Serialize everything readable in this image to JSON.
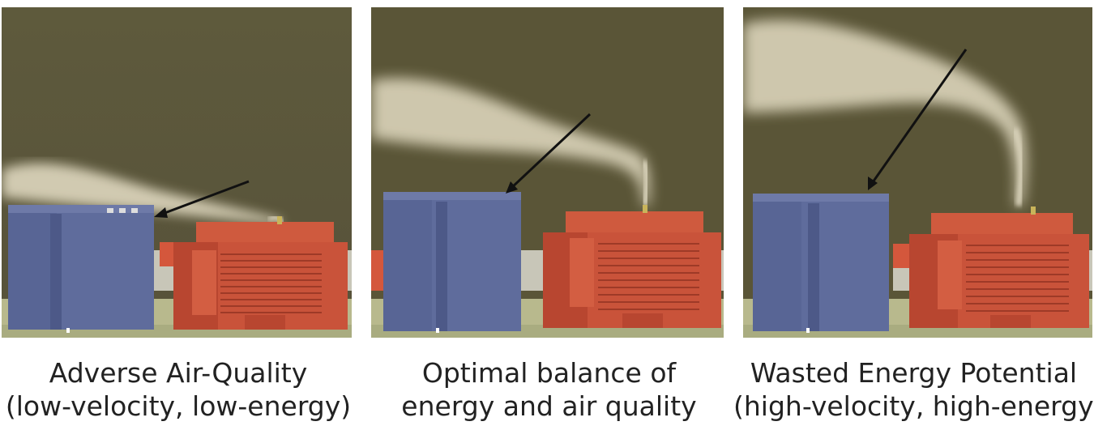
{
  "panels": [
    {
      "caption_line1": "Adverse Air-Quality",
      "caption_line2": "(low-velocity, low-energy)"
    },
    {
      "caption_line1": "Optimal balance of",
      "caption_line2": "energy and air quality"
    },
    {
      "caption_line1": "Wasted Energy Potential",
      "caption_line2": "(high-velocity, high-energy)"
    }
  ],
  "colors": {
    "sky": "#5a5537",
    "plume": "#e8e2cc",
    "blue_building": "#5f6c9c",
    "red_building": "#c9533a",
    "ground": "#b9ba8e",
    "arrow": "#111111"
  }
}
